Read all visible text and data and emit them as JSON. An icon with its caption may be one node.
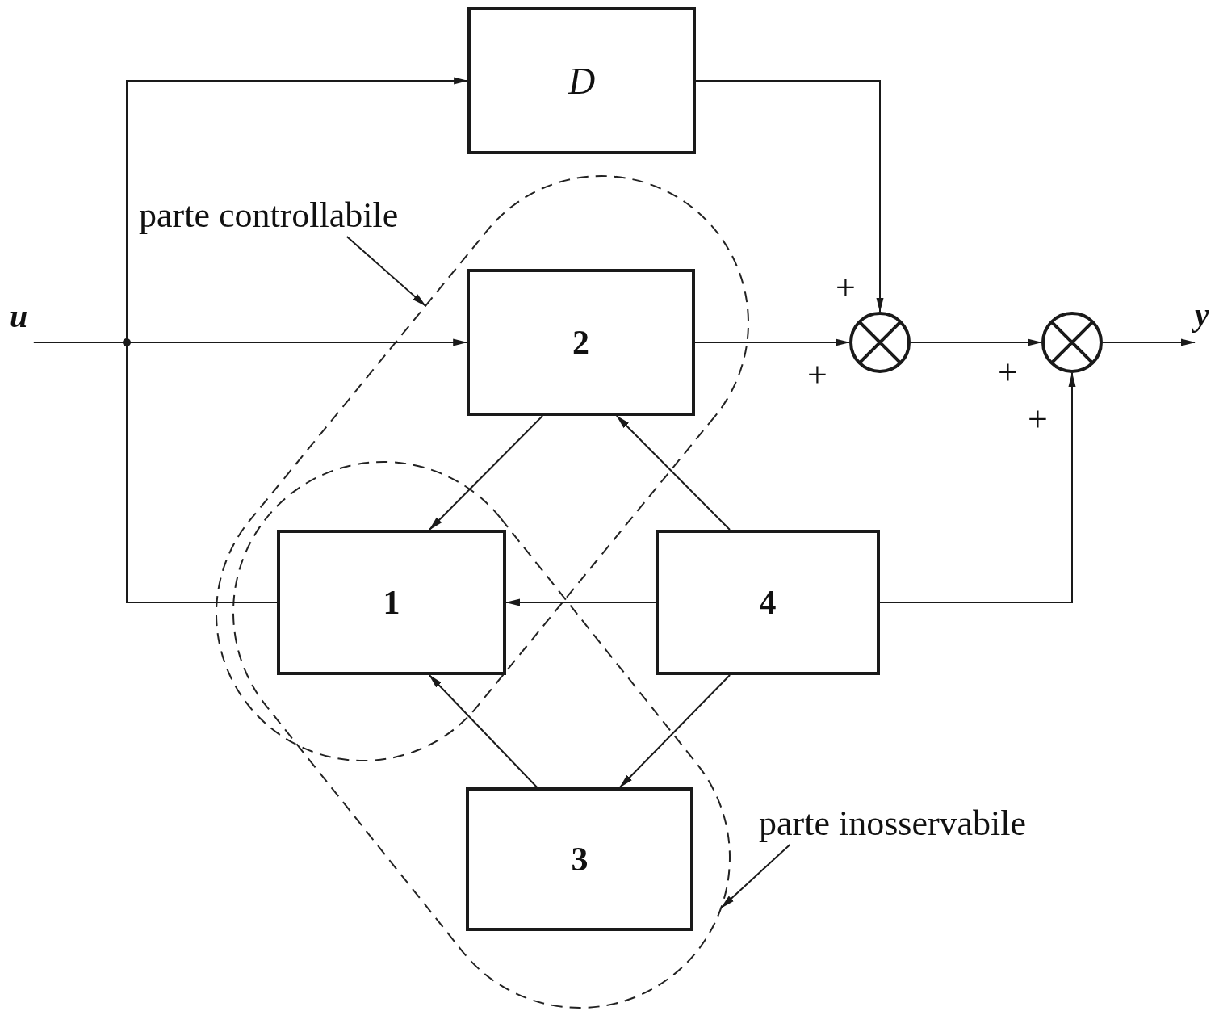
{
  "diagram": {
    "nodes": [
      {
        "text": [
          "D"
        ]
      },
      {
        "text": [
          "parte controllabile"
        ]
      },
      {
        "text": [],
        "shape": "capsule"
      },
      {
        "text": [
          "2"
        ],
        "in": 2
      },
      {
        "text": [],
        "shape": "circle"
      },
      {
        "text": [],
        "shape": "circle"
      },
      {
        "text": [
          "1"
        ]
      },
      {
        "text": [
          "4"
        ]
      },
      {
        "text": [],
        "shape": "capsule"
      },
      {
        "text": [
          "3"
        ],
        "in": 8
      },
      {
        "text": [
          "parte inosservabile"
        ]
      },
      {
        "text": [
          "u"
        ]
      },
      {
        "text": [
          "y"
        ]
      }
    ],
    "edges": [
      {
        "from": 11,
        "to": 0,
        "arrow": "to"
      },
      {
        "from": 11,
        "to": 3,
        "arrow": "to"
      },
      {
        "from": 11,
        "to": 6,
        "arrow": "none"
      },
      {
        "from": 0,
        "to": 4,
        "arrow": "to"
      },
      {
        "from": 3,
        "to": 4,
        "arrow": "to"
      },
      {
        "from": 4,
        "to": 5,
        "arrow": "to"
      },
      {
        "from": 7,
        "to": 5,
        "arrow": "to"
      },
      {
        "from": 5,
        "to": 12,
        "arrow": "to"
      },
      {
        "from": 3,
        "to": 6,
        "arrow": "to"
      },
      {
        "from": 7,
        "to": 3,
        "arrow": "to"
      },
      {
        "from": 7,
        "to": 6,
        "arrow": "to"
      },
      {
        "from": 7,
        "to": 9,
        "arrow": "to"
      },
      {
        "from": 9,
        "to": 6,
        "arrow": "to"
      },
      {
        "from": 1,
        "to": 2,
        "arrow": "to"
      },
      {
        "from": 10,
        "to": 8,
        "arrow": "to"
      }
    ],
    "labels": [
      "+",
      "+",
      "+",
      "+"
    ]
  }
}
